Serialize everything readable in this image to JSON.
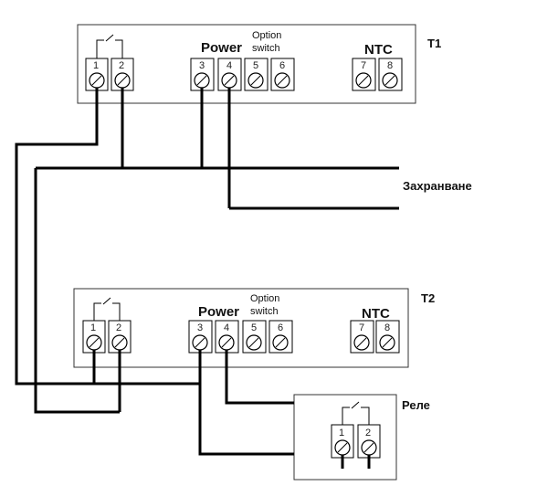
{
  "labels": {
    "t1": "T1",
    "t2": "T2",
    "power": "Power",
    "option_line1": "Option",
    "option_line2": "switch",
    "ntc": "NTC",
    "save": "Захранване",
    "relay": "Реле"
  },
  "terminals": [
    "1",
    "2",
    "3",
    "4",
    "5",
    "6",
    "7",
    "8"
  ],
  "relay_terminals": [
    "1",
    "2"
  ]
}
